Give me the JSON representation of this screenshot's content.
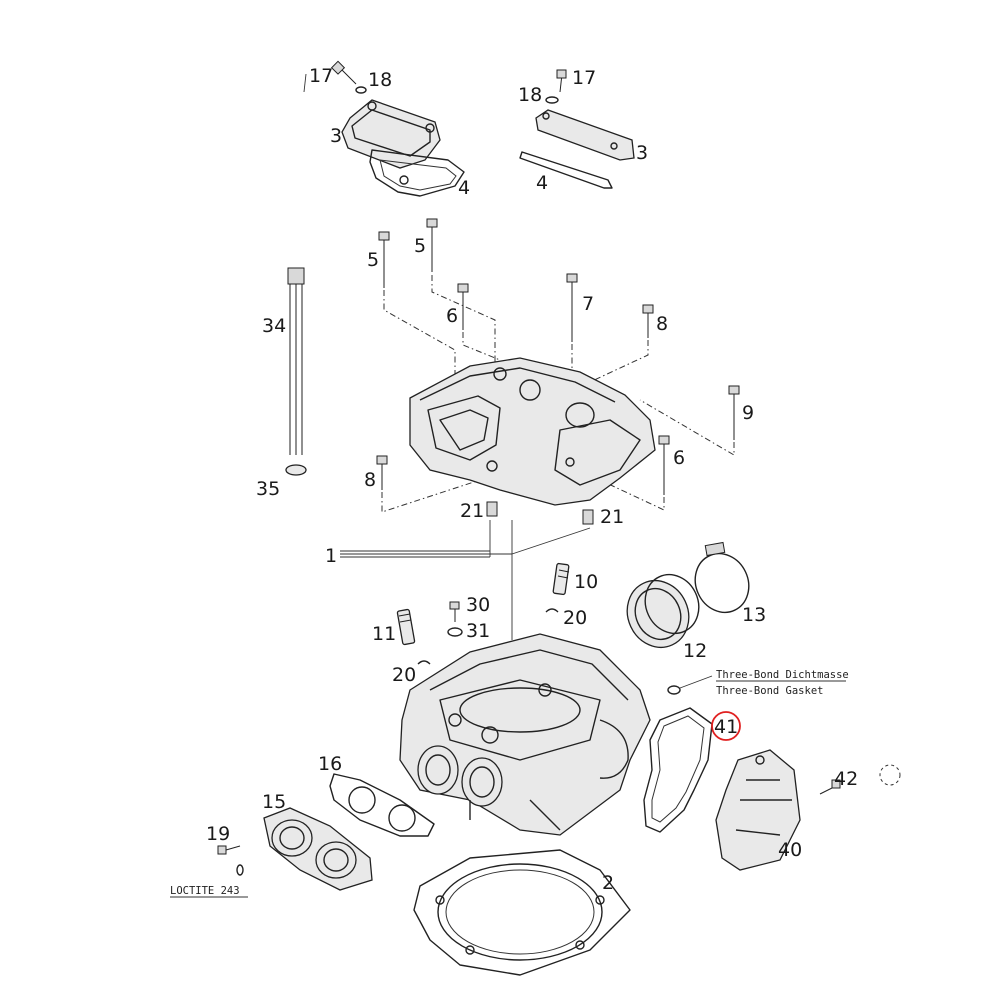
{
  "diagram": {
    "callouts": {
      "p17a": "17",
      "p18a": "18",
      "p3a": "3",
      "p4a": "4",
      "p17b": "17",
      "p18b": "18",
      "p3b": "3",
      "p4b": "4",
      "p5a": "5",
      "p5b": "5",
      "p6a": "6",
      "p7": "7",
      "p8a": "8",
      "p34": "34",
      "p35": "35",
      "p8b": "8",
      "p9": "9",
      "p6b": "6",
      "p21a": "21",
      "p21b": "21",
      "p1": "1",
      "p10": "10",
      "p30": "30",
      "p31": "31",
      "p20a": "20",
      "p11": "11",
      "p20b": "20",
      "p12": "12",
      "p13": "13",
      "p41": "41",
      "p42": "42",
      "p40": "40",
      "p16": "16",
      "p15": "15",
      "p19": "19",
      "p2": "2"
    },
    "notes": {
      "threebond_de": "Three-Bond Dichtmasse",
      "threebond_en": "Three-Bond Gasket",
      "loctite": "LOCTITE 243"
    },
    "highlight": {
      "part": "41",
      "color": "#e02020"
    },
    "colors": {
      "line": "#222222",
      "fill": "#e9e9e9",
      "background": "#ffffff"
    }
  }
}
